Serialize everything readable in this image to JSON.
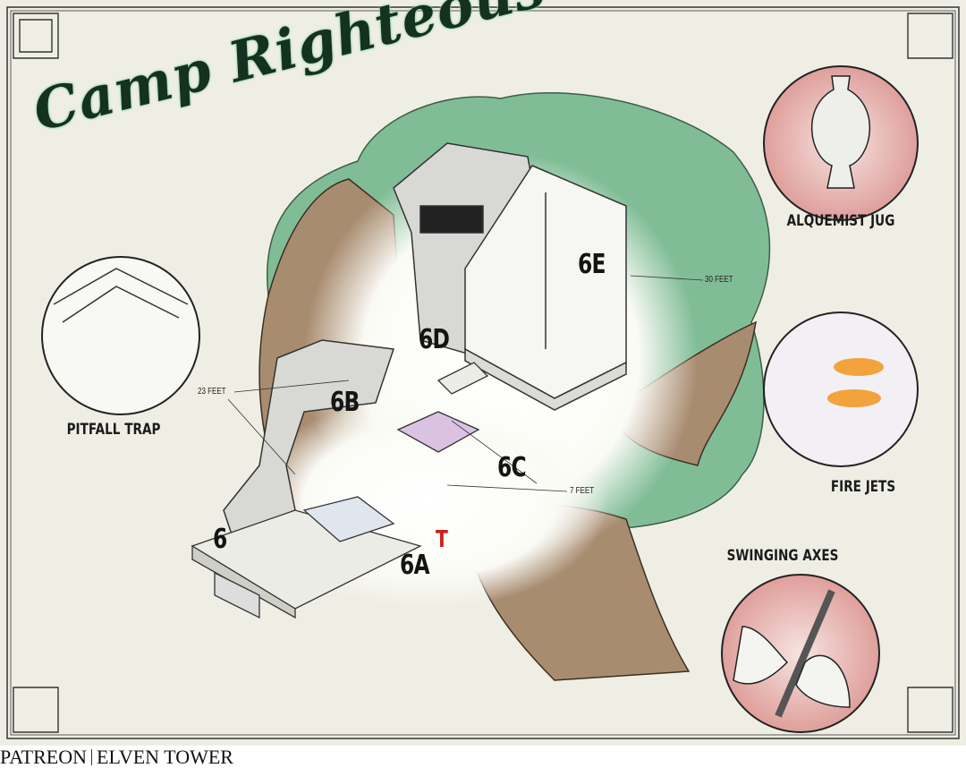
{
  "map": {
    "title": "Camp Righteous",
    "rooms": [
      "6",
      "6A",
      "6B",
      "6C",
      "6D",
      "6E"
    ],
    "trap_marker": "T",
    "measurements": {
      "tower_height": "30 FEET",
      "statue_height": "23 FEET",
      "bridge_gap": "7 FEET"
    },
    "insets": {
      "pitfall": "PITFALL TRAP",
      "jug": "ALQUEMIST JUG",
      "fire": "FIRE JETS",
      "axes": "SWINGING AXES"
    },
    "colors": {
      "parchment": "#efeee5",
      "foliage": "#7dbb93",
      "cliff": "#a88c70",
      "inset_pink": "#e8b4b0",
      "title_green": "#14321f",
      "trap_red": "#d0201a"
    }
  },
  "footer": {
    "left": "PATREON",
    "right": "ELVEN TOWER"
  }
}
